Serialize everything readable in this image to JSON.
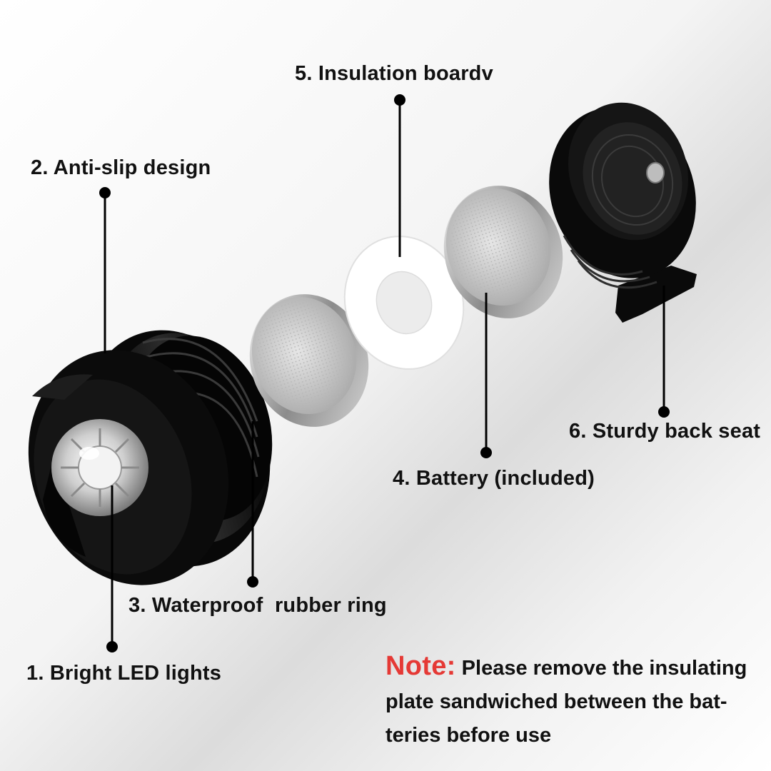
{
  "labels": {
    "insulation_board": "5. Insulation boardv",
    "anti_slip": "2. Anti-slip design",
    "back_seat": "6. Sturdy back seat",
    "battery": "4. Battery (included)",
    "rubber_ring": "3. Waterproof  rubber ring",
    "led": "1. Bright LED lights"
  },
  "note": {
    "heading": "Note:",
    "line1": " Please remove the insulating",
    "line2": "plate sandwiched between the bat-",
    "line3": "teries before use"
  },
  "colors": {
    "note_heading": "#e53935",
    "text": "#111111",
    "housing": "#0b0b0b",
    "battery": "#c9c9c9"
  },
  "icons": [
    "led-light-head-icon",
    "battery-icon",
    "insulation-washer-icon",
    "back-seat-icon"
  ]
}
